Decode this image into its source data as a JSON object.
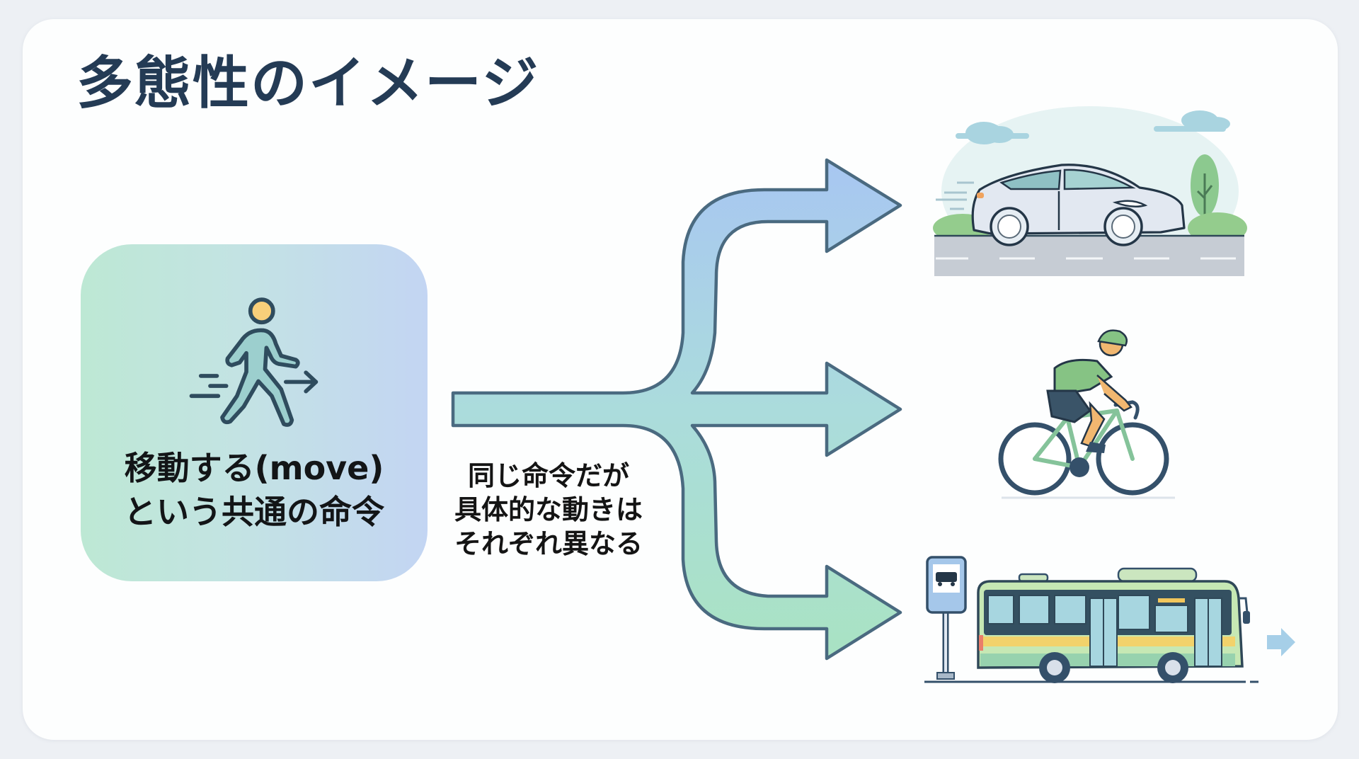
{
  "title": "多態性のイメージ",
  "command_card": {
    "icon": "walking-person-icon",
    "lines": [
      "移動する(move)",
      "という共通の命令"
    ]
  },
  "note": {
    "lines": [
      "同じ命令だが",
      "具体的な動きは",
      "それぞれ異なる"
    ]
  },
  "branches": [
    {
      "target": "car",
      "icon": "car-icon",
      "color": "#a9c9f0"
    },
    {
      "target": "bicycle",
      "icon": "bicycle-icon",
      "color": "#aed8e8"
    },
    {
      "target": "bus",
      "icon": "bus-icon",
      "color": "#a9e0c4"
    }
  ],
  "colors": {
    "title": "#243b55",
    "outline": "#4a6a80",
    "card_gradient": [
      "#bde8d4",
      "#c3d5f3"
    ],
    "arrow_gradient": [
      "#a8c6f2",
      "#a9e3c2"
    ],
    "accent_yellow": "#f8cf7a"
  }
}
